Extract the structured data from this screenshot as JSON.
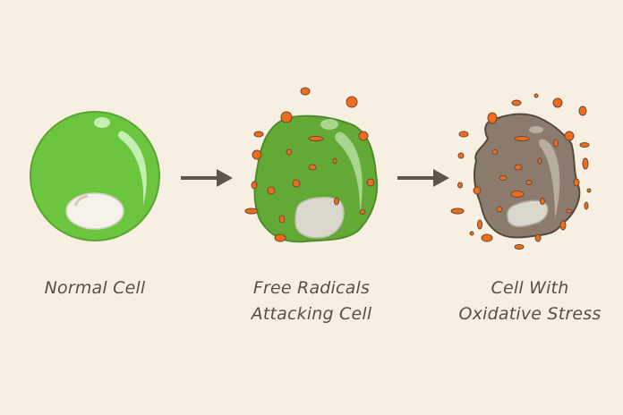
{
  "diagram": {
    "stages": [
      {
        "id": "normal",
        "label_lines": [
          "Normal Cell"
        ]
      },
      {
        "id": "attack",
        "label_lines": [
          "Free Radicals",
          "Attacking Cell"
        ]
      },
      {
        "id": "stress",
        "label_lines": [
          "Cell With",
          "Oxidative Stress"
        ]
      }
    ],
    "arrows": 2,
    "colors": {
      "background": "#f7f0e2",
      "healthy_cell": "#6cc53f",
      "attacked_cell": "#62a935",
      "stressed_cell": "#8a7b6d",
      "free_radical": "#f26b1d",
      "arrow": "#5e554b",
      "text": "#57504a"
    }
  }
}
